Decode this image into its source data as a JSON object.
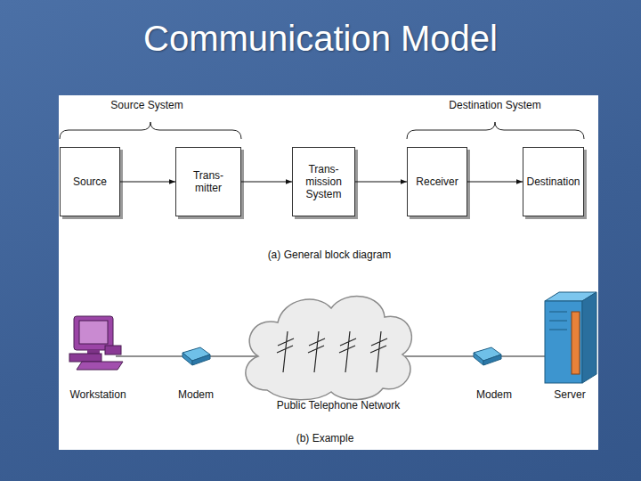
{
  "diagram": {
    "title": "Communication Model",
    "nodes": [
      {
        "text": [
          "Source"
        ]
      },
      {
        "text": [
          "Trans- mitter"
        ]
      },
      {
        "text": [
          "Trans- mission System"
        ]
      },
      {
        "text": [
          "Receiver"
        ]
      },
      {
        "text": [
          "Destination"
        ]
      }
    ],
    "edges": [
      {
        "from": 0,
        "to": 1,
        "arrow": "to"
      },
      {
        "from": 1,
        "to": 2,
        "arrow": "to"
      },
      {
        "from": 2,
        "to": 3,
        "arrow": "to"
      },
      {
        "from": 3,
        "to": 4,
        "arrow": "to"
      }
    ],
    "labels": [
      "Source System",
      "Destination System",
      "(a) General block diagram",
      "Workstation",
      "Modem",
      "Public Telephone Network",
      "Modem",
      "Server",
      "(b) Example"
    ]
  }
}
